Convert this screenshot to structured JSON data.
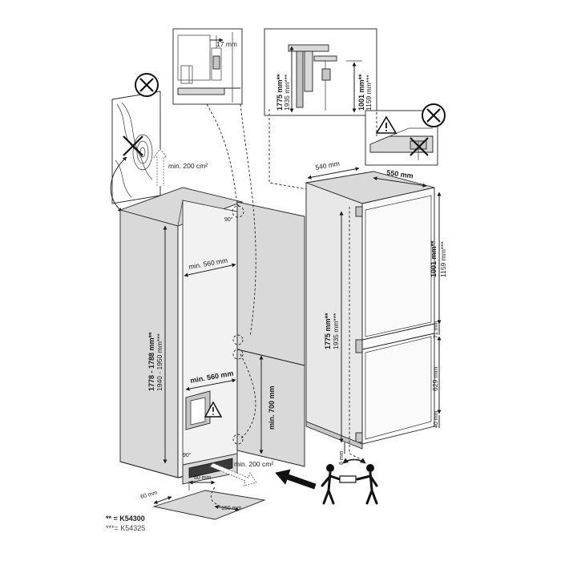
{
  "labels": {
    "detail_gap": "17 mm",
    "detail_h1_main": "1775 mm**",
    "detail_h1_alt": "1935 mm***",
    "detail_h2_main": "1001 mm**",
    "detail_h2_alt": "1159 mm***",
    "vent_top": "min. 200 cm²",
    "niche_width_top": "min. 560 mm",
    "niche_width_bottom": "min. 560 mm",
    "niche_height_main": "1778 - 1788 mm**",
    "niche_height_alt": "1940 - 1950 mm***",
    "niche_min_700": "min. 700 mm",
    "angle_top": "90°",
    "angle_bottom": "90°",
    "vent_bottom": "min. 200 cm²",
    "plinth_depth": "60 mm",
    "plinth_60": "60 mm",
    "plinth_150": "150 mm",
    "fridge_depth": "540 mm",
    "fridge_width": "550 mm",
    "fridge_h_main": "1775 mm**",
    "fridge_h_alt": "1935 mm***",
    "fridge_upper_main": "1001 mm**",
    "fridge_upper_alt": "1159 mm***",
    "fridge_gap": "71 mm",
    "fridge_lower": "629 mm",
    "fridge_base": "40 mm",
    "fridge_foot": "8 mm"
  },
  "legend": {
    "line1": "** = K54300",
    "line2": "***= K54325"
  },
  "icons": {
    "prohibited": "prohibited-circle-x-icon",
    "warning": "warning-triangle-icon",
    "people": "two-people-carrying-icon"
  },
  "colors": {
    "stroke": "#222222",
    "panel_gray": "#d9d9d9",
    "dark_vent": "#3a3a3a"
  }
}
